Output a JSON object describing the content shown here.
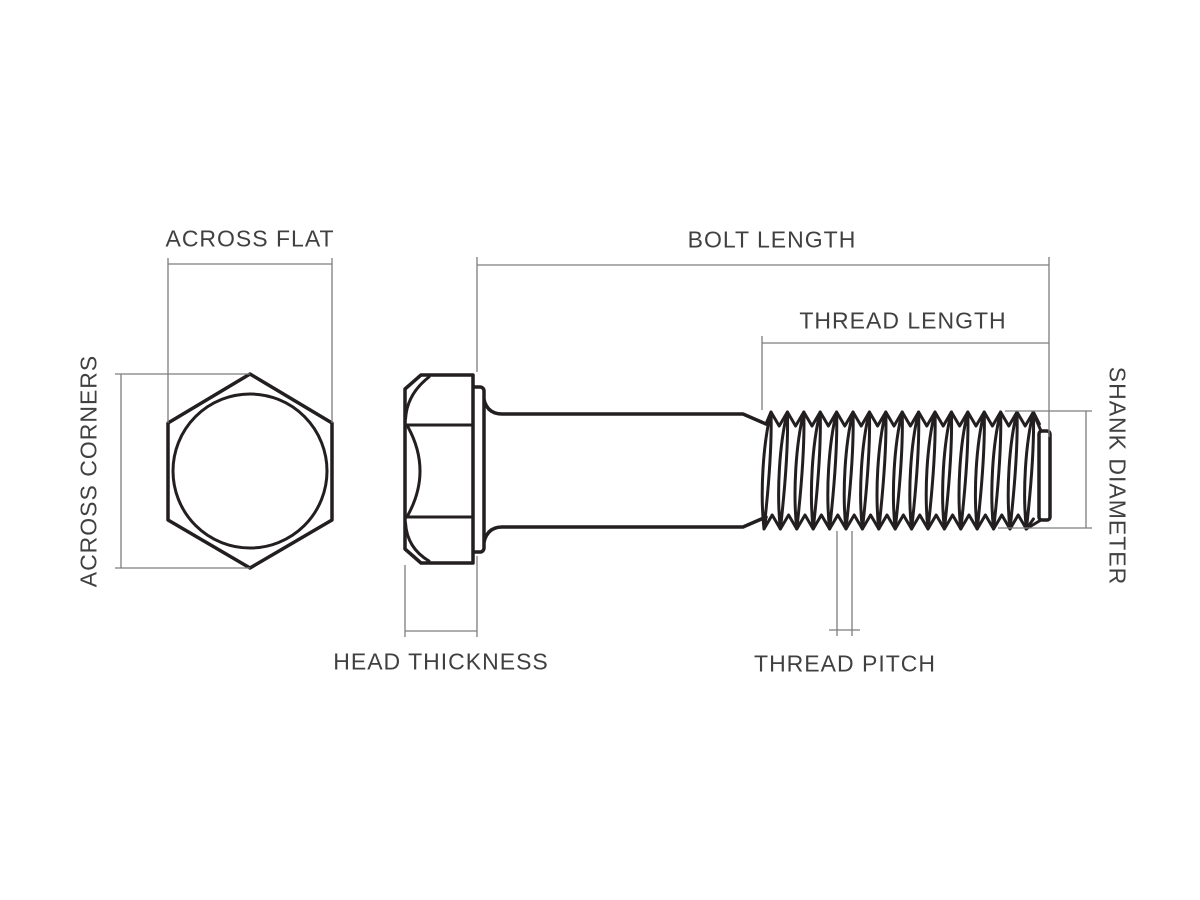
{
  "diagram": {
    "labels": {
      "across_flat": "ACROSS FLAT",
      "across_corners": "ACROSS CORNERS",
      "bolt_length": "BOLT LENGTH",
      "thread_length": "THREAD LENGTH",
      "shank_diameter": "SHANK DIAMETER",
      "head_thickness": "HEAD THICKNESS",
      "thread_pitch": "THREAD PITCH"
    },
    "colors": {
      "outline": "#231f20",
      "dimension_line": "#7d7d7d",
      "label_text": "#404040",
      "background": "#ffffff"
    }
  }
}
